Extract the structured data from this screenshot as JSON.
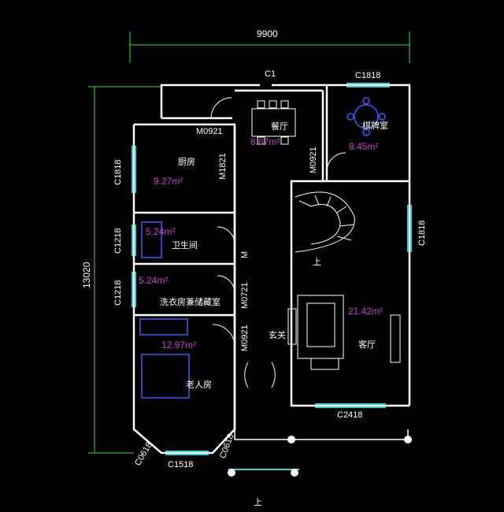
{
  "dimensions": {
    "width_total": "9900",
    "height_total": "13020"
  },
  "rooms": [
    {
      "id": "dining",
      "name": "餐厅",
      "area": "8.67m²"
    },
    {
      "id": "mahjong",
      "name": "棋牌室",
      "area": "8.45m²"
    },
    {
      "id": "kitchen",
      "name": "厨房",
      "area": "9.27m²"
    },
    {
      "id": "bathroom",
      "name": "卫生间",
      "area": "5.24m²"
    },
    {
      "id": "laundry",
      "name": "洗衣房兼储藏室",
      "area": "5.24m²"
    },
    {
      "id": "living",
      "name": "客厅",
      "area": "21.42m²"
    },
    {
      "id": "foyer",
      "name": "玄关",
      "area": ""
    },
    {
      "id": "elderly",
      "name": "老人房",
      "area": "12.97m²"
    }
  ],
  "openings": {
    "c_top_left": "C1",
    "c_top_right": "C1818",
    "c_left_kitchen": "C1818",
    "c_left_bath": "C1218",
    "c_left_laundry": "C1218",
    "c_right_living": "C1818",
    "c_bottom_living": "C2418",
    "c_bottom_bed": "C1518",
    "c_bay_left": "C0618",
    "c_bay_right": "C0618",
    "m_kitchen_top": "M0921",
    "m_kitchen_side": "M1821",
    "m_mahjong": "M0921",
    "m_bath": "M",
    "m_laundry": "M0721",
    "m_bed": "M0921"
  },
  "stair_up_label": "上",
  "entry_up_label": "上",
  "colors": {
    "background": "#000000",
    "wall": "#ffffff",
    "window": "#2fd3d8",
    "furniture": "#3b5cff",
    "area_text": "#c93fd6",
    "door_arc": "#ffffff"
  }
}
